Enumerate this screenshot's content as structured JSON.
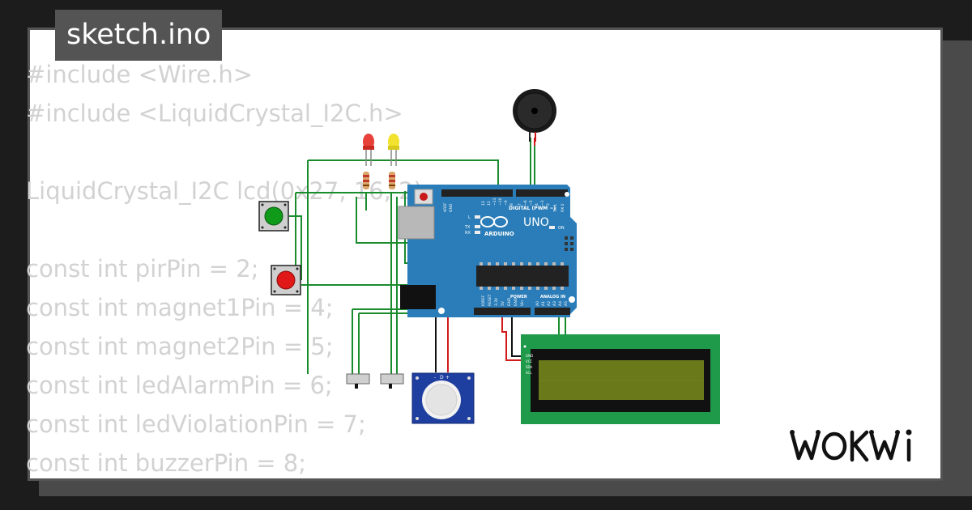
{
  "title_tab": {
    "label": "sketch.ino"
  },
  "code_lines": [
    "#include <Wire.h>",
    "#include <LiquidCrystal_I2C.h>",
    "",
    "LiquidCrystal_I2C lcd(0x27, 16, 2);",
    "",
    "const int pirPin = 2;",
    "const int magnet1Pin = 4;",
    "const int magnet2Pin = 5;",
    "const int ledAlarmPin = 6;",
    "const int ledViolationPin = 7;",
    "const int buzzerPin = 8;"
  ],
  "board": {
    "name": "UNO",
    "brand": "ARDUINO",
    "digital_label": "DIGITAL (PWM ~)",
    "power_label": "POWER",
    "analog_label": "ANALOG IN",
    "on_label": "ON",
    "l_label": "L",
    "tx_label": "TX",
    "rx_label": "RX",
    "aref_label": "AREF",
    "gnd_label": "GND",
    "digital_pins": [
      "13",
      "12",
      "~11",
      "~10",
      "~9",
      "8",
      "7",
      "~6",
      "~5",
      "4",
      "~3",
      "2",
      "TX 1",
      "RX 0"
    ],
    "power_pins": [
      "IOREF",
      "RESET",
      "3.3V",
      "5V",
      "GND",
      "GND",
      "Vin"
    ],
    "analog_pins": [
      "A0",
      "A1",
      "A2",
      "A3",
      "A4",
      "A5"
    ]
  },
  "lcd": {
    "pins": [
      "GND",
      "VCC",
      "SDA",
      "SCL"
    ]
  },
  "pir": {
    "pins": [
      "-",
      "D",
      "+"
    ]
  },
  "brand_logo": "WOKWI",
  "colors": {
    "background": "#1c1c1c",
    "card": "#ffffff",
    "code_text": "#d2d2d2",
    "tab_bg": "#545454",
    "wire_green": "#1a8c2e",
    "wire_red": "#d11a1a",
    "board_blue": "#2a7db8",
    "lcd_green": "#1f9a4a",
    "lcd_screen": "#6a7a1a",
    "led_red": "#e8413a",
    "led_yellow": "#f2e22e",
    "button_green": "#0f9a1a",
    "button_red": "#e01818"
  }
}
